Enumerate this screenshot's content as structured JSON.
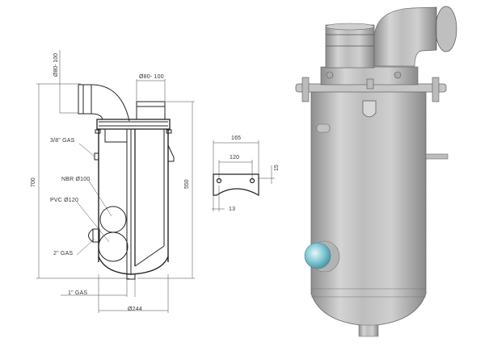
{
  "figure": {
    "type": "technical-drawing",
    "views": [
      "section-view",
      "bracket-detail",
      "3d-render"
    ]
  },
  "section_view": {
    "dims": {
      "inlet_dia": "Ø80- 100",
      "outlet_dia": "Ø80- 100",
      "height_total": "700",
      "height_body": "550",
      "diameter": "Ø244"
    },
    "callouts": {
      "gas_3_8": "3/8\" GAS",
      "nbr": "NBR Ø100",
      "pvc": "PVC Ø120",
      "gas_2": "2\" GAS",
      "gas_1": "1\" GAS"
    }
  },
  "bracket_detail": {
    "dims": {
      "width": "165",
      "hole_spacing": "120",
      "height": "15",
      "hole_offset": "13"
    }
  },
  "render": {
    "colors": {
      "steel": "#b8b8b8",
      "steel_dark": "#8a8a8a",
      "steel_light": "#dcdcdc",
      "glass": "#7fc4d0"
    }
  }
}
